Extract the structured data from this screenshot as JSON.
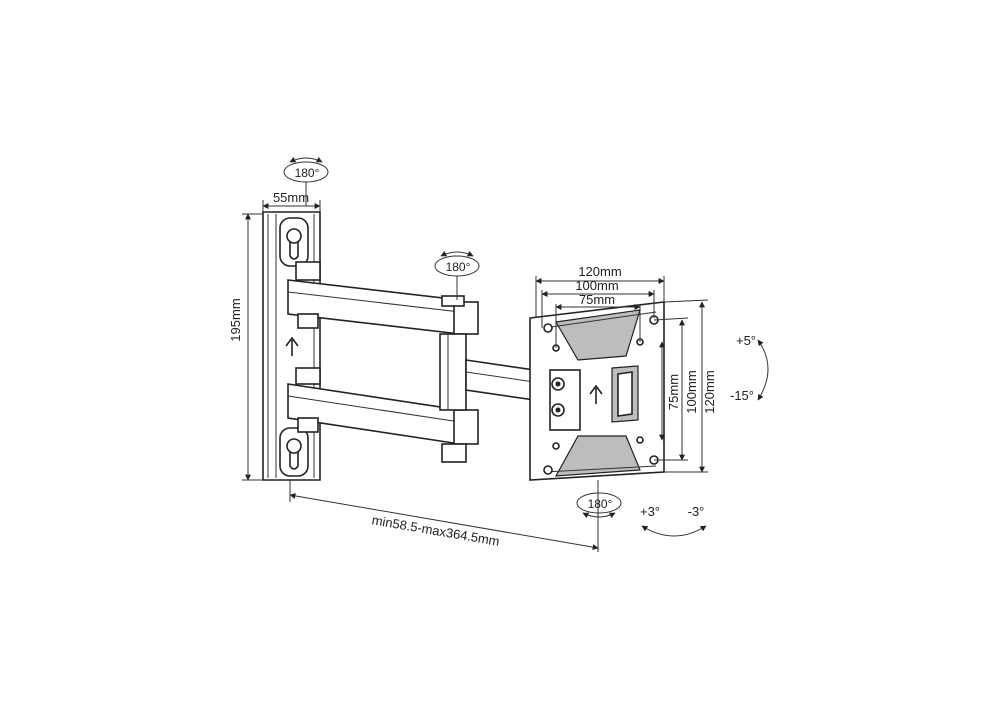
{
  "labels": {
    "rot_wall": "180°",
    "rot_arm": "180°",
    "rot_plate": "180°",
    "wall_width": "55mm",
    "wall_height": "195mm",
    "vesa_h_outer": "120mm",
    "vesa_h_mid": "100mm",
    "vesa_h_inner": "75mm",
    "vesa_v_inner": "75mm",
    "vesa_v_mid": "100mm",
    "vesa_v_outer": "120mm",
    "tilt_up": "+5°",
    "tilt_down": "-15°",
    "swivel_plus": "+3°",
    "swivel_minus": "-3°",
    "extension": "min58.5-max364.5mm"
  },
  "colors": {
    "line": "#222222",
    "shade": "#bdbdbd",
    "background": "#ffffff"
  }
}
